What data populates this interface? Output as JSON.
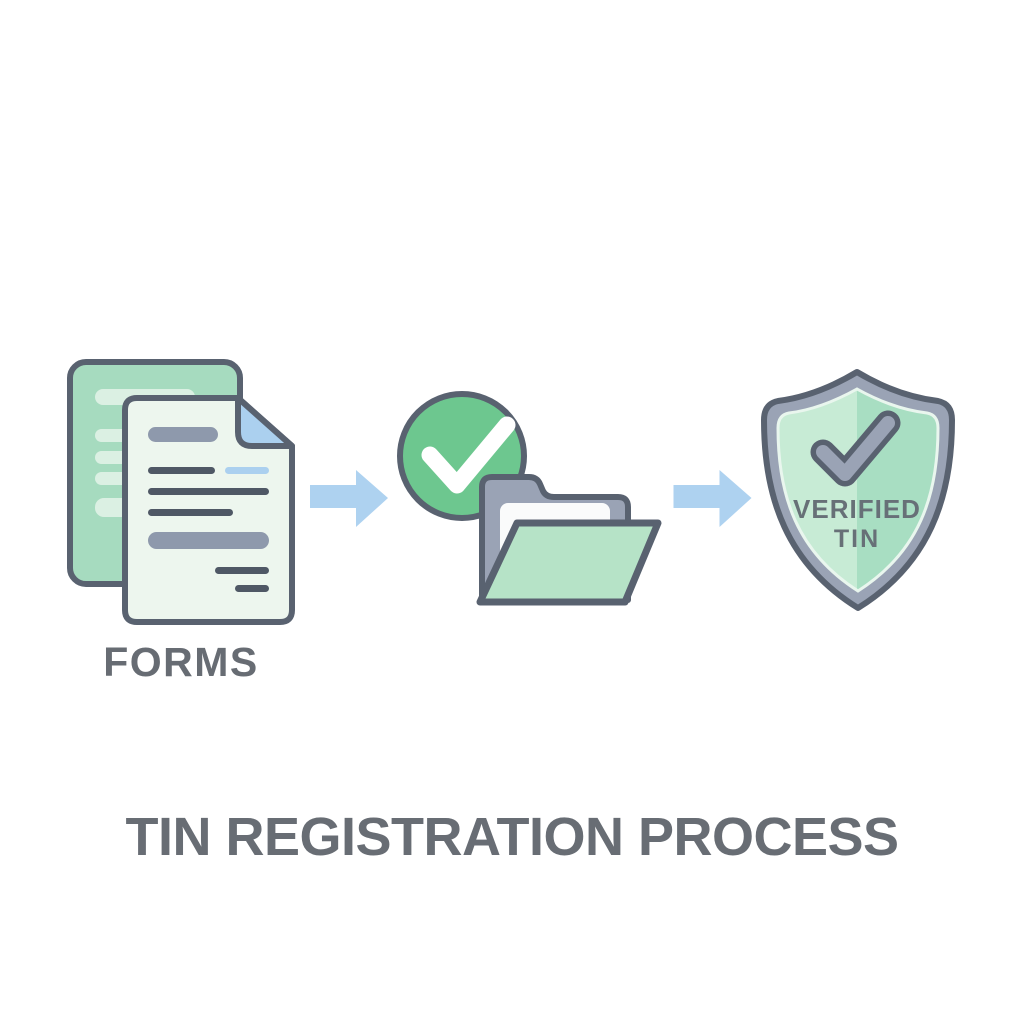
{
  "title": "TIN REGISTRATION PROCESS",
  "process": {
    "steps": [
      {
        "id": "forms",
        "label": "FORMS",
        "icon": "stacked-documents-icon"
      },
      {
        "id": "submission-approved",
        "label": "",
        "icon": "checkmark-circle-folder-icon"
      },
      {
        "id": "verified-tin",
        "label": "",
        "icon": "verified-shield-icon",
        "shield_line1": "VERIFIED",
        "shield_line2": "TIN"
      }
    ],
    "connector_icon": "right-arrow-icon"
  },
  "colors": {
    "background": "#ffffff",
    "outline_dark": "#596270",
    "mint_green": "#a6dbbf",
    "mint_light_line": "#dbf0e3",
    "pale_document": "#edf6ee",
    "check_circle_green": "#6dc78f",
    "gray_blue": "#9aa3b5",
    "light_blue": "#abd0ef",
    "arrow_blue": "#aed2f0",
    "shield_inner_left": "#c7ebd5",
    "shield_inner_right": "#a8dec2",
    "pill_gray": "#8e99ac",
    "line_dark": "#4f5865",
    "text_gray": "#686d74"
  }
}
